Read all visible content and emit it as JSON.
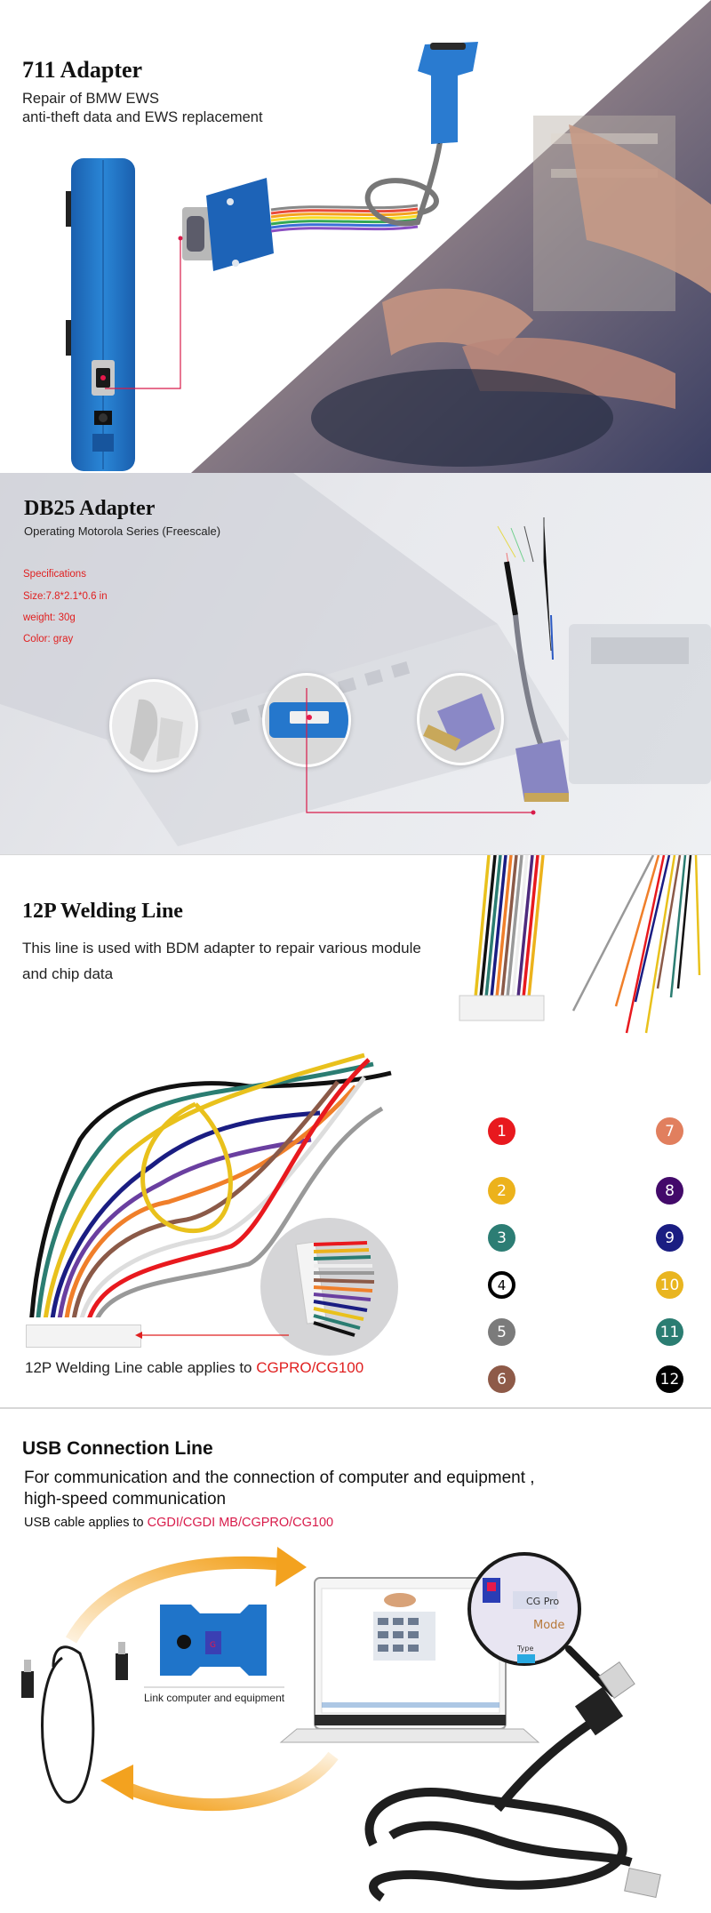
{
  "sections": {
    "adapter711": {
      "title": "711 Adapter",
      "subtitle_line1": "Repair of BMW EWS",
      "subtitle_line2": "anti-theft data and EWS replacement"
    },
    "db25": {
      "title": "DB25 Adapter",
      "subtitle": "Operating Motorola Series (Freescale)",
      "specs": [
        "Specifications",
        "Size:7.8*2.1*0.6 in",
        "weight: 30g",
        "Color: gray"
      ]
    },
    "welding12p": {
      "title": "12P Welding Line",
      "description": "This line is used with BDM adapter to repair various module and chip data",
      "caption_prefix": "12P Welding Line cable applies to ",
      "caption_highlight": "CGPRO/CG100",
      "pins": [
        {
          "num": "1",
          "color": "#e8191e"
        },
        {
          "num": "2",
          "color": "#ecb21c"
        },
        {
          "num": "3",
          "color": "#2c7d74"
        },
        {
          "num": "4",
          "color": "#000000",
          "outline": true
        },
        {
          "num": "5",
          "color": "#7b7b7b"
        },
        {
          "num": "6",
          "color": "#8e5a48"
        },
        {
          "num": "7",
          "color": "#e17f5e"
        },
        {
          "num": "8",
          "color": "#430a6a"
        },
        {
          "num": "9",
          "color": "#1a1d82"
        },
        {
          "num": "10",
          "color": "#e9b520"
        },
        {
          "num": "11",
          "color": "#2b7d72"
        },
        {
          "num": "12",
          "color": "#000000"
        }
      ]
    },
    "usb": {
      "title": "USB Connection Line",
      "description_line1": "For communication and the connection of computer and equipment ,",
      "description_line2": "high-speed communication",
      "applies_prefix": "USB cable applies to ",
      "applies_highlight": "CGDI/CGDI MB/CGPRO/CG100",
      "link_label": "Link computer and equipment",
      "magnifier_app_title": "CG Pro",
      "magnifier_mode": "Mode",
      "magnifier_type": "Type"
    }
  },
  "colors": {
    "accent_red": "#e02020",
    "accent_pink": "#d81b4a",
    "device_blue": "#1f74c9",
    "arrow_orange": "#f3a21f",
    "connector_lavender": "#8a88c6"
  }
}
